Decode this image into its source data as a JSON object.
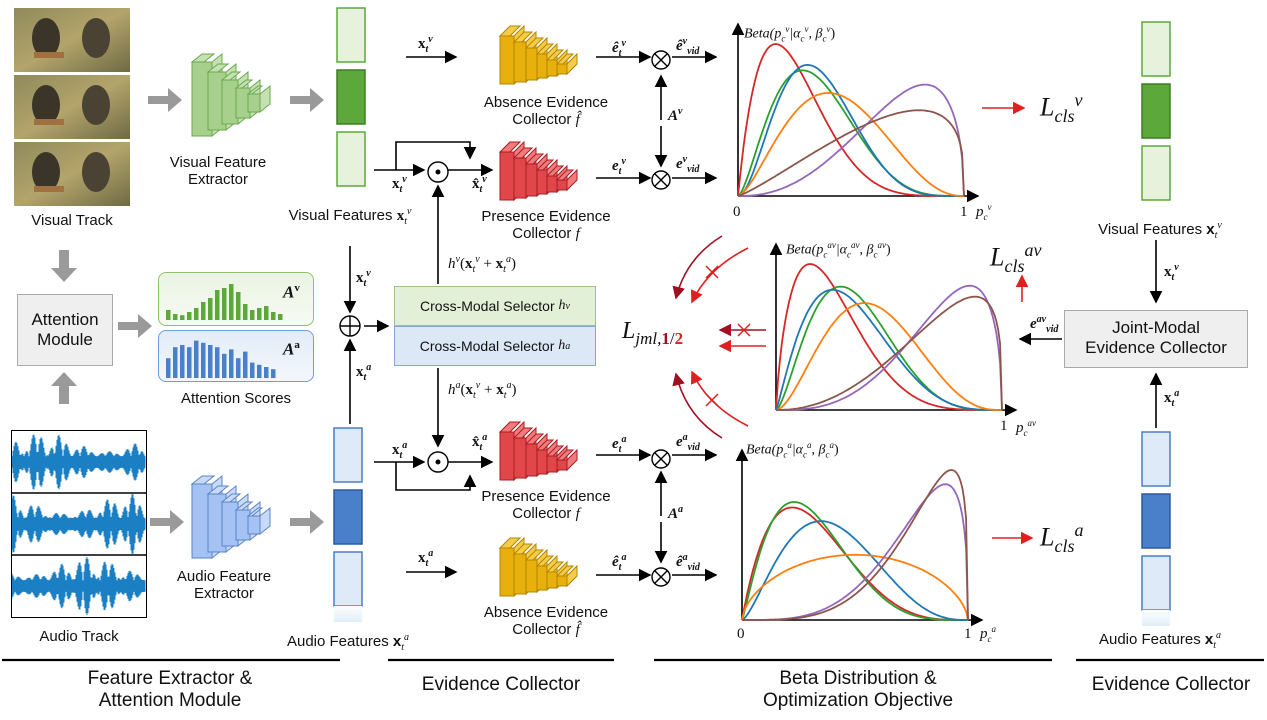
{
  "labels": {
    "visual_track": "Visual Track",
    "audio_track": "Audio Track",
    "attention_module": "Attention\nModule",
    "attention_scores": "Attention Scores",
    "visual_feature_extractor": "Visual Feature\nExtractor",
    "audio_feature_extractor": "Audio Feature\nExtractor",
    "visual_features": "Visual Features",
    "audio_features": "Audio Features",
    "absence_collector_top": "Absence Evidence\nCollector",
    "presence_collector_top": "Presence Evidence\nCollector",
    "presence_collector_bottom": "Presence Evidence\nCollector",
    "absence_collector_bottom": "Absence Evidence\nCollector",
    "cross_modal_selector_v": "Cross-Modal Selector",
    "cross_modal_selector_a": "Cross-Modal Selector",
    "joint_modal_collector": "Joint-Modal\nEvidence Collector",
    "visual_features_right": "Visual Features",
    "audio_features_right": "Audio Features"
  },
  "sections": {
    "s1": "Feature Extractor &\nAttention Module",
    "s2": "Evidence Collector",
    "s3": "Beta Distribution &\nOptimization Objective",
    "s4": "Evidence Collector"
  },
  "math": {
    "xv": "x",
    "xa": "x",
    "Av": "A",
    "Aa": "A",
    "hv_expr": "h",
    "ha_expr": "h",
    "beta_v": "Beta(p",
    "beta_av": "Beta(p",
    "beta_a": "Beta(p",
    "loss_v": "L",
    "loss_av": "L",
    "loss_a": "L",
    "loss_jml": "L",
    "jml_sub": "jml,",
    "jml_1": "1",
    "jml_slash": "/",
    "jml_2": "2",
    "axis_0": "0",
    "axis_1": "1",
    "f_hat": "f̂",
    "f": "f"
  },
  "colors": {
    "blue": "#1f77b4",
    "orange": "#ff7f0e",
    "green": "#2ca02c",
    "red": "#d62728",
    "purple": "#9467bd",
    "brown": "#8c564b",
    "visual_green": "#5da83b",
    "audio_blue": "#4a7fc9",
    "evidence_red": "#e0464a",
    "absence_gold": "#e8b00c",
    "loss_red": "#e02020",
    "dark_red": "#a01020"
  },
  "beta_plots": [
    {
      "name": "visual",
      "curves": [
        [
          2.0,
          6.0
        ],
        [
          2.6,
          5.0
        ],
        [
          3.0,
          5.5
        ],
        [
          2.6,
          3.4
        ],
        [
          3.4,
          1.5
        ],
        [
          2.2,
          1.3
        ]
      ]
    },
    {
      "name": "joint",
      "curves": [
        [
          1.8,
          5.5
        ],
        [
          2.6,
          5.0
        ],
        [
          2.2,
          4.6
        ],
        [
          2.8,
          3.8
        ],
        [
          4.0,
          1.5
        ],
        [
          3.2,
          1.3
        ]
      ]
    },
    {
      "name": "audio",
      "curves": [
        [
          2.0,
          4.5
        ],
        [
          2.2,
          5.0
        ],
        [
          2.5,
          3.8
        ],
        [
          1.6,
          1.6
        ],
        [
          4.6,
          1.4
        ],
        [
          4.8,
          1.3
        ]
      ]
    }
  ]
}
